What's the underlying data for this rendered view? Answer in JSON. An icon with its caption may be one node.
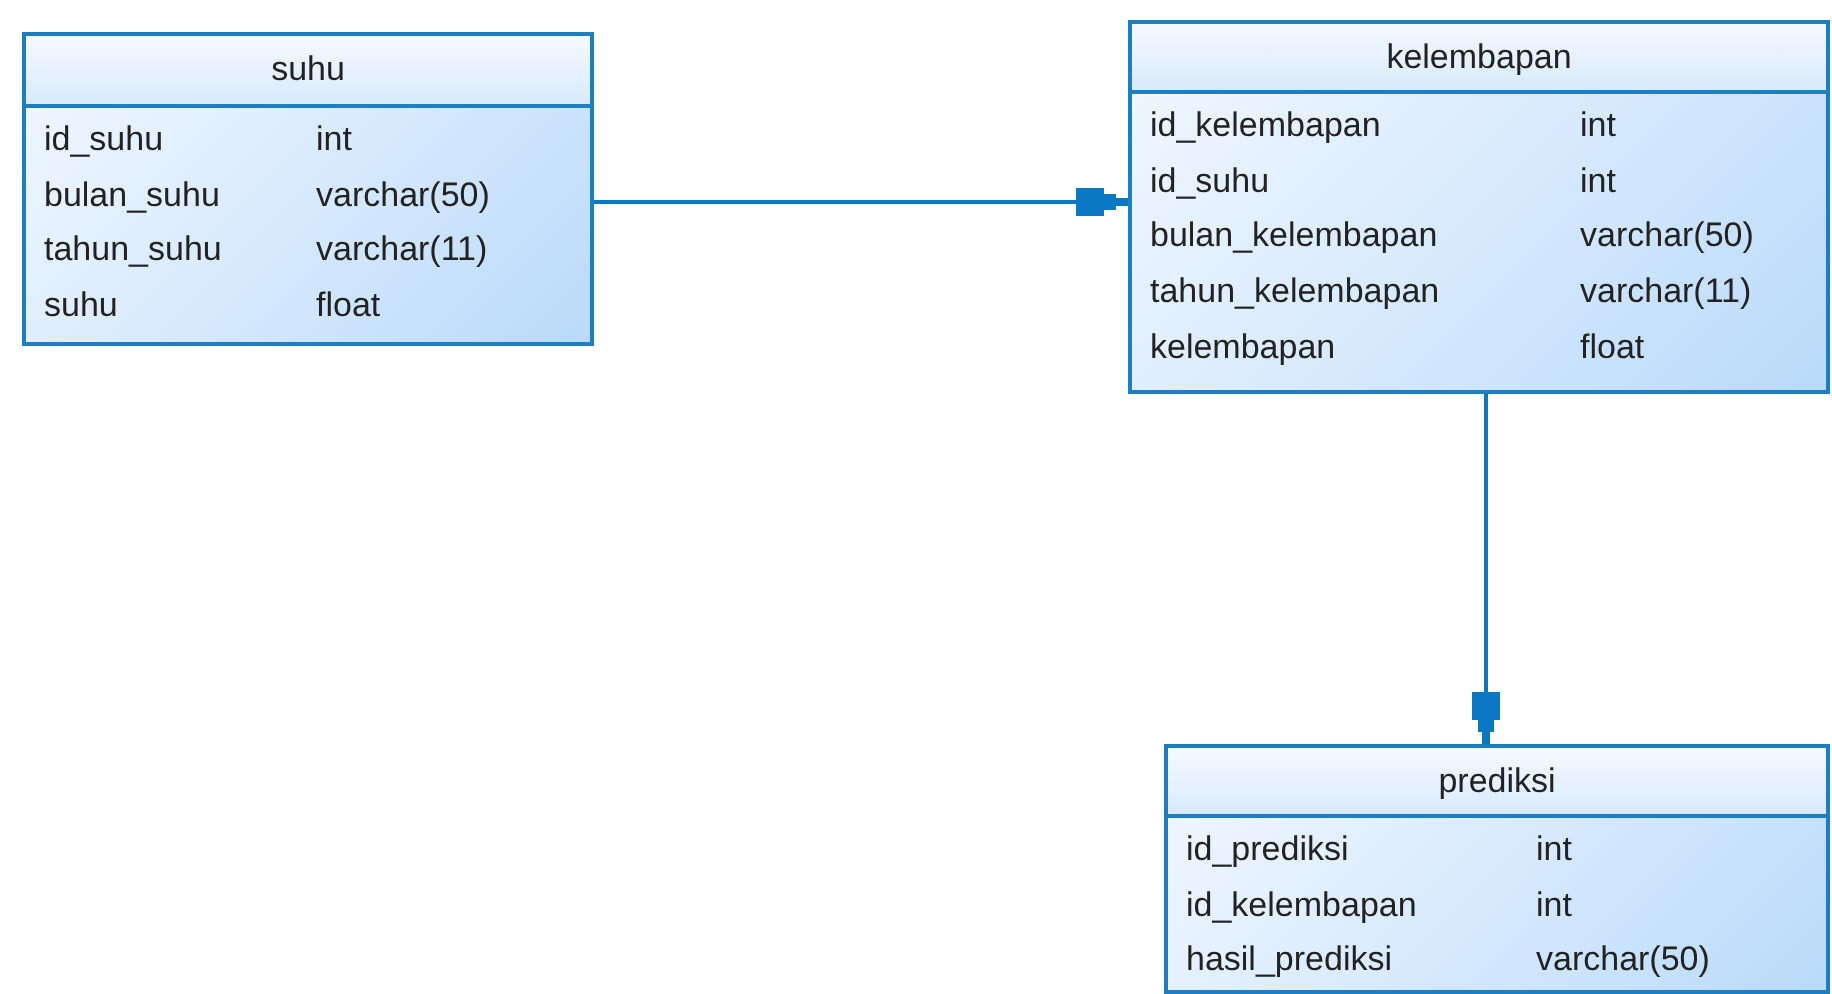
{
  "diagram": {
    "nodes": [
      {
        "text": [
          "suhu",
          "id_suhu",
          "int",
          "bulan_suhu",
          "varchar(50)",
          "tahun_suhu",
          "varchar(11)",
          "suhu",
          "float"
        ]
      },
      {
        "text": [
          "kelembapan",
          "id_kelembapan",
          "int",
          "id_suhu",
          "int",
          "bulan_kelembapan",
          "varchar(50)",
          "tahun_kelembapan",
          "varchar(11)",
          "kelembapan",
          "float"
        ]
      },
      {
        "text": [
          "prediksi",
          "id_prediksi",
          "int",
          "id_kelembapan",
          "int",
          "hasil_prediksi",
          "varchar(50)"
        ]
      }
    ],
    "edges": [
      {
        "from": 0,
        "to": 1,
        "arrow": "to"
      },
      {
        "from": 1,
        "to": 2,
        "arrow": "to"
      }
    ]
  }
}
